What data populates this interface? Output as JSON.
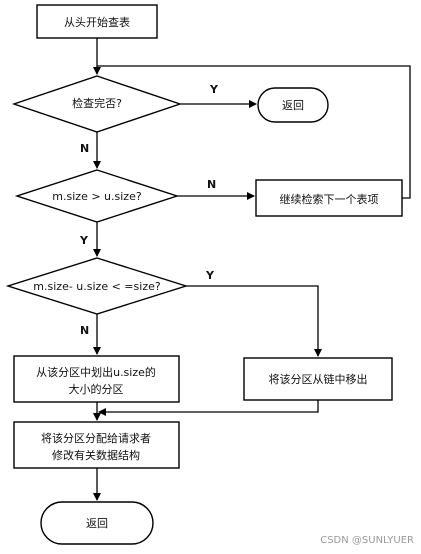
{
  "nodes": {
    "start": "从头开始查表",
    "check_done": "检查完否?",
    "return_top": "返回",
    "size_compare": "m.size > u.size?",
    "continue_search": "继续检索下一个表项",
    "size_diff": "m.size- u.size < =size?",
    "split_line1": "从该分区中划出u.size的",
    "split_line2": "大小的分区",
    "remove_line": "将该分区从链中移出",
    "alloc_line1": "将该分区分配给请求者",
    "alloc_line2": "修改有关数据结构",
    "return_bottom": "返回"
  },
  "labels": {
    "check_done_yes": "Y",
    "check_done_no": "N",
    "size_compare_no": "N",
    "size_compare_yes": "Y",
    "size_diff_yes": "Y",
    "size_diff_no": "N"
  },
  "watermark": "CSDN @SUNLYUER"
}
